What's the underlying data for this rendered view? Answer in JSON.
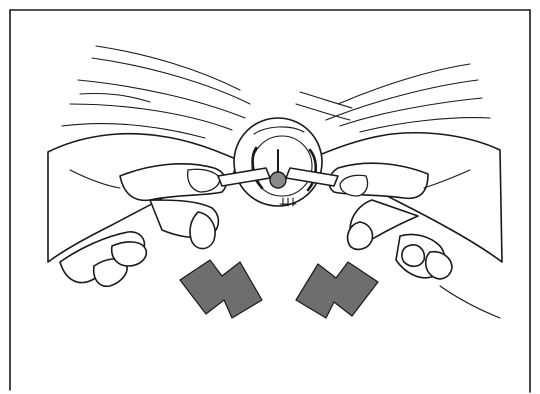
{
  "illustration": {
    "frame_color": "#1a1a1a",
    "background": "#ffffff",
    "arrow_color": "#6e6e6e",
    "subject": "two-hands-pulling-tabs-of-round-disc",
    "arrows": [
      {
        "name": "arrow-down-right-icon",
        "direction": "down-right"
      },
      {
        "name": "arrow-down-left-icon",
        "direction": "down-left"
      }
    ]
  }
}
